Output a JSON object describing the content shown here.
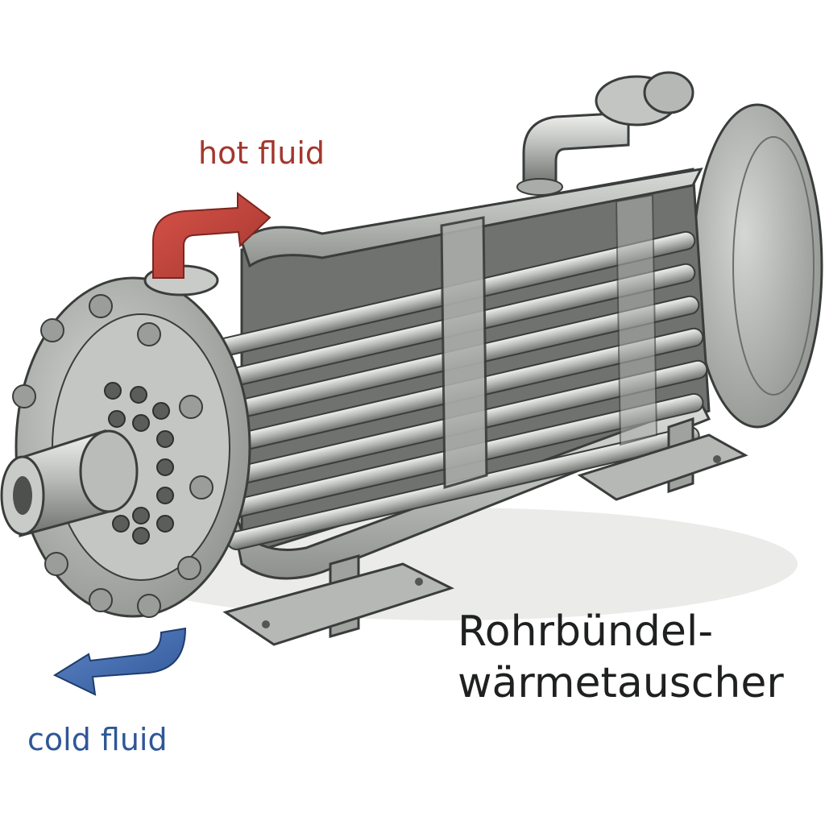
{
  "labels": {
    "hot_fluid": "hot fluid",
    "cold_fluid": "cold fluid"
  },
  "title": {
    "line1": "Rohrbündel-",
    "line2": "wärmetauscher"
  },
  "colors": {
    "hot": "#a3372e",
    "cold": "#2f5797",
    "steel": "#c9cbc8",
    "outline": "#3a3d3b"
  }
}
